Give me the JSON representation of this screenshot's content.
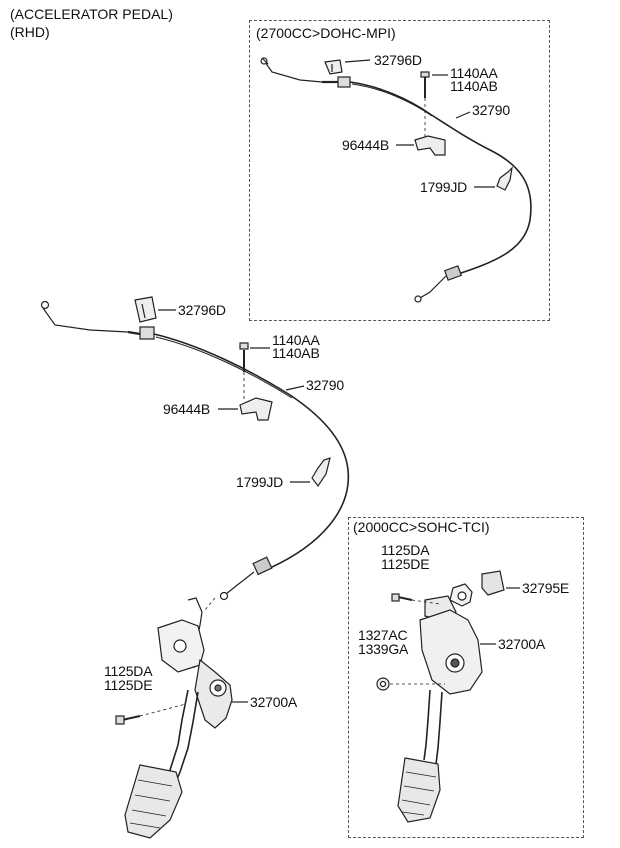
{
  "header": {
    "line1": "(ACCELERATOR PEDAL)",
    "line2": "(RHD)"
  },
  "box_top": {
    "title": "(2700CC>DOHC-MPI)",
    "labels": {
      "bracket": "32796D",
      "bolt_a": "1140AA",
      "bolt_b": "1140AB",
      "cable": "32790",
      "clip": "96444B",
      "clamp": "1799JD"
    }
  },
  "main": {
    "labels": {
      "bracket": "32796D",
      "bolt_a": "1140AA",
      "bolt_b": "1140AB",
      "cable": "32790",
      "clip": "96444B",
      "clamp": "1799JD",
      "screw_a": "1125DA",
      "screw_b": "1125DE",
      "pedal": "32700A"
    }
  },
  "box_bottom": {
    "title": "(2000CC>SOHC-TCI)",
    "labels": {
      "screw_a": "1125DA",
      "screw_b": "1125DE",
      "cap": "32795E",
      "nut_a": "1327AC",
      "nut_b": "1339GA",
      "pedal": "32700A"
    }
  }
}
